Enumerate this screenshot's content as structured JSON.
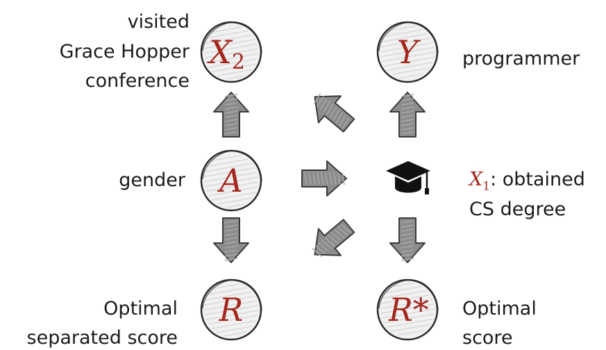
{
  "nodes": {
    "x2": {
      "letter": "X",
      "sub": "2",
      "label_lines": [
        "visited",
        "Grace Hopper",
        "conference"
      ]
    },
    "y": {
      "letter": "Y",
      "label": "programmer"
    },
    "a": {
      "letter": "A",
      "label": "gender"
    },
    "x1": {
      "letter": "X",
      "sub": "1",
      "label_rest": ": obtained",
      "label_line2": "CS degree",
      "icon": "graduation-cap-icon"
    },
    "r": {
      "letter": "R",
      "label_lines": [
        "Optimal",
        "separated score"
      ]
    },
    "rstar": {
      "letter": "R*",
      "label_lines": [
        "Optimal",
        "score"
      ]
    }
  },
  "edges": [
    {
      "from": "a",
      "to": "x2"
    },
    {
      "from": "x1",
      "to": "x2"
    },
    {
      "from": "x1",
      "to": "y"
    },
    {
      "from": "a",
      "to": "x1"
    },
    {
      "from": "a",
      "to": "r"
    },
    {
      "from": "x1",
      "to": "r"
    },
    {
      "from": "x1",
      "to": "rstar"
    }
  ],
  "colors": {
    "accent": "#a3271c",
    "arrow_fill": "#8c8c8c",
    "arrow_stroke": "#3a3a3a",
    "node_fill": "#f1f1f1",
    "node_stroke": "#2a2a2a",
    "hatch": "#d4d4d4",
    "icon": "#111111"
  }
}
